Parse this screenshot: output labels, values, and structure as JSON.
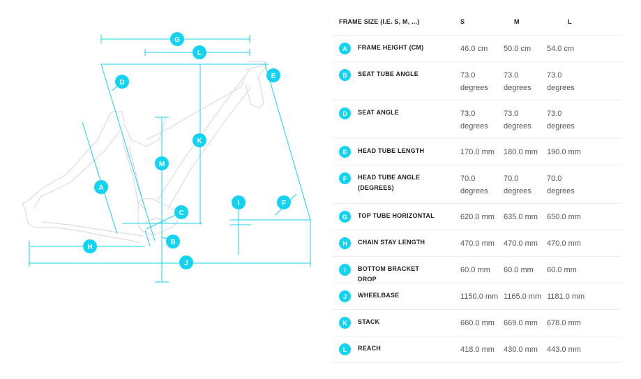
{
  "accent_color": "#13d3f2",
  "diagram": {
    "markers": [
      "G",
      "L",
      "D",
      "E",
      "K",
      "M",
      "A",
      "I",
      "F",
      "C",
      "B",
      "H",
      "J"
    ]
  },
  "table": {
    "header": {
      "label": "FRAME SIZE (I.E. S, M, ...)",
      "sizes": [
        "S",
        "M",
        "L"
      ]
    },
    "rows": [
      {
        "key": "A",
        "label": "FRAME HEIGHT (CM)",
        "values": [
          "46.0 cm",
          "50.0 cm",
          "54.0 cm"
        ]
      },
      {
        "key": "B",
        "label": "SEAT TUBE ANGLE",
        "values": [
          "73.0 degrees",
          "73.0 degrees",
          "73.0 degrees"
        ]
      },
      {
        "key": "D",
        "label": "SEAT ANGLE",
        "values": [
          "73.0 degrees",
          "73.0 degrees",
          "73.0 degrees"
        ]
      },
      {
        "key": "E",
        "label": "HEAD TUBE LENGTH",
        "values": [
          "170.0 mm",
          "180.0 mm",
          "190.0 mm"
        ]
      },
      {
        "key": "F",
        "label": "HEAD TUBE ANGLE (DEGREES)",
        "values": [
          "70.0 degrees",
          "70.0 degrees",
          "70.0 degrees"
        ]
      },
      {
        "key": "G",
        "label": "TOP TUBE HORIZONTAL",
        "values": [
          "620.0 mm",
          "635.0 mm",
          "650.0 mm"
        ]
      },
      {
        "key": "H",
        "label": "CHAIN STAY LENGTH",
        "values": [
          "470.0 mm",
          "470.0 mm",
          "470.0 mm"
        ]
      },
      {
        "key": "I",
        "label": "BOTTOM BRACKET DROP",
        "values": [
          "60.0 mm",
          "60.0 mm",
          "60.0 mm"
        ]
      },
      {
        "key": "J",
        "label": "WHEELBASE",
        "values": [
          "1150.0 mm",
          "1165.0 mm",
          "1181.0 mm"
        ]
      },
      {
        "key": "K",
        "label": "STACK",
        "values": [
          "660.0 mm",
          "669.0 mm",
          "678.0 mm"
        ]
      },
      {
        "key": "L",
        "label": "REACH",
        "values": [
          "418.0 mm",
          "430.0 mm",
          "443.0 mm"
        ]
      }
    ]
  }
}
